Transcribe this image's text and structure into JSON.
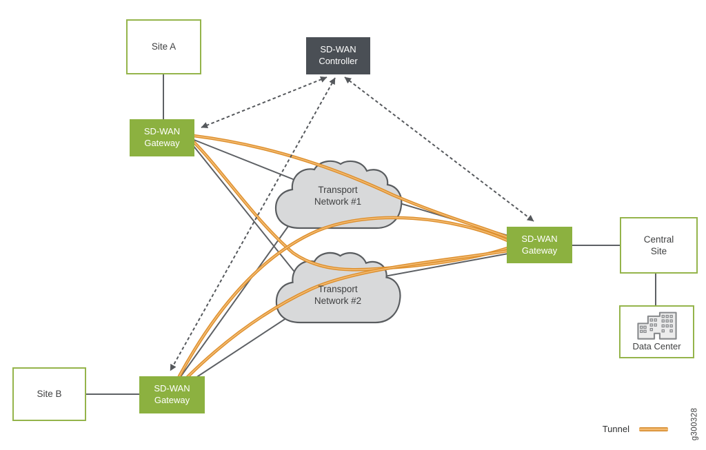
{
  "diagram": {
    "figure_id": "g300328",
    "legend": {
      "tunnel_label": "Tunnel"
    },
    "nodes": {
      "site_a": {
        "label": "Site A"
      },
      "site_b": {
        "label": "Site B"
      },
      "controller": {
        "line1": "SD-WAN",
        "line2": "Controller"
      },
      "gateway_left": {
        "line1": "SD-WAN",
        "line2": "Gateway"
      },
      "gateway_bottom": {
        "line1": "SD-WAN",
        "line2": "Gateway"
      },
      "gateway_right": {
        "line1": "SD-WAN",
        "line2": "Gateway"
      },
      "transport_network_1": {
        "line1": "Transport",
        "line2": "Network #1"
      },
      "transport_network_2": {
        "line1": "Transport",
        "line2": "Network #2"
      },
      "central_site": {
        "line1": "Central",
        "line2": "Site"
      },
      "data_center": {
        "label": "Data Center"
      }
    },
    "colors": {
      "gateway_green": "#8cb140",
      "site_border_green": "#94b44a",
      "controller_slate": "#4a4f55",
      "link_gray": "#5d6064",
      "cloud_fill": "#d8d9da",
      "tunnel_orange": "#dd8f2d",
      "tunnel_orange_light": "#f3bb72",
      "label_text": "#3f4041"
    }
  }
}
